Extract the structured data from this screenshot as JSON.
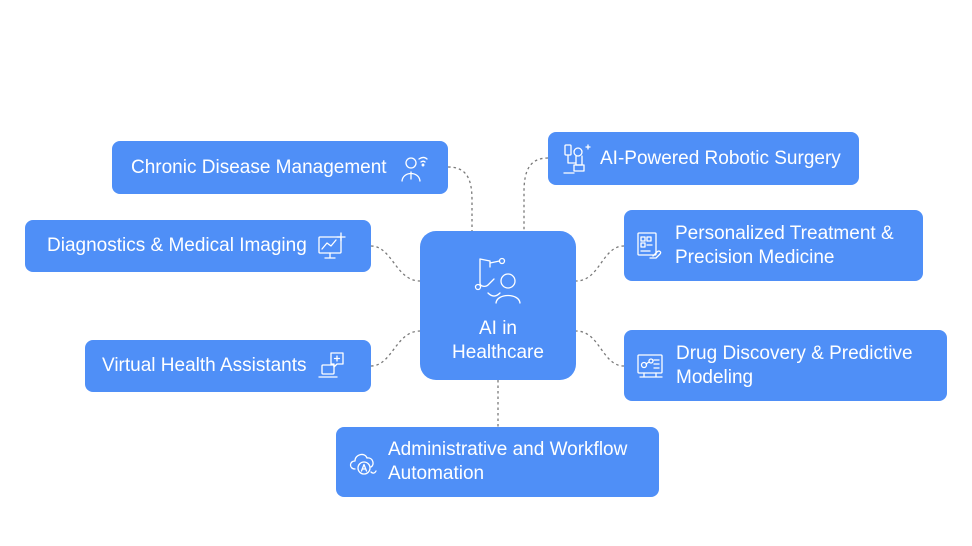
{
  "diagram": {
    "center": {
      "line1": "AI in",
      "line2": "Healthcare",
      "icon": "hand-drip-user-icon"
    },
    "left_nodes": [
      {
        "label": "Chronic Disease Management",
        "icon": "doctor-wifi-icon"
      },
      {
        "label": "Diagnostics & Medical Imaging",
        "icon": "monitor-chart-plus-icon"
      },
      {
        "label": "Virtual Health Assistants",
        "icon": "chat-medical-laptop-icon"
      }
    ],
    "right_nodes": [
      {
        "label": "AI-Powered Robotic Surgery",
        "icon": "robotic-arm-icon"
      },
      {
        "line1": "Personalized Treatment &",
        "line2": "Precision Medicine",
        "icon": "data-document-hand-icon"
      },
      {
        "line1": "Drug Discovery & Predictive",
        "line2": "Modeling",
        "icon": "molecule-chart-icon"
      }
    ],
    "bottom_node": {
      "line1": "Administrative and Workflow",
      "line2": "Automation",
      "icon": "cloud-ai-icon"
    },
    "colors": {
      "node_fill": "#4f8ff7",
      "text": "#ffffff",
      "connector": "#7a7a7a",
      "background": "#ffffff"
    }
  }
}
